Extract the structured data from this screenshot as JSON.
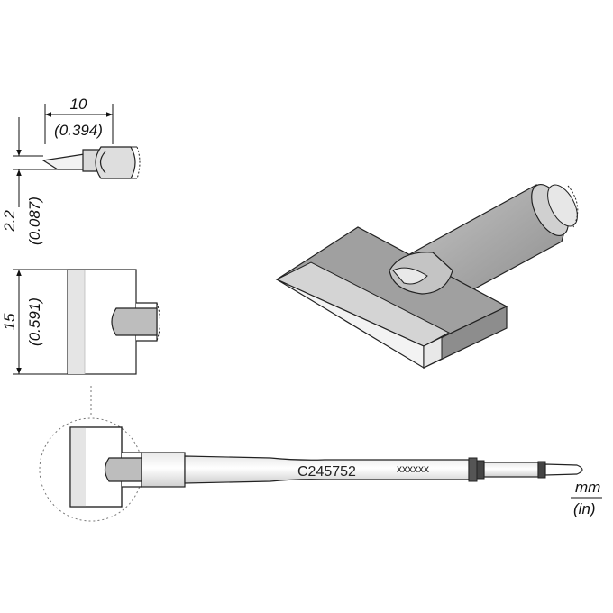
{
  "dimensions": {
    "width": {
      "mm": "10",
      "in": "(0.394)"
    },
    "thickness": {
      "mm": "2.2",
      "in": "(0.087)"
    },
    "height": {
      "mm": "15",
      "in": "(0.591)"
    }
  },
  "cartridge": {
    "part_number": "C245752",
    "serial_placeholder": "xxxxxx"
  },
  "units": {
    "primary": "mm",
    "secondary": "(in)"
  },
  "colors": {
    "body_gray": "#9a9a9a",
    "dark_gray": "#6e6e6e",
    "light_face": "#e6e6e6",
    "stroke": "#222222",
    "band": "#444444"
  }
}
